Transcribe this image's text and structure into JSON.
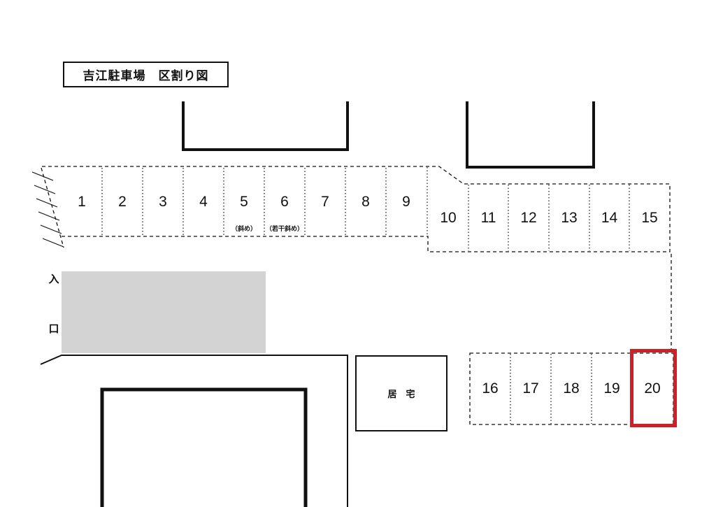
{
  "page": {
    "title": "吉江駐車場　区割り図"
  },
  "entrance": {
    "chars": [
      "入",
      "口"
    ]
  },
  "residence": {
    "label": "居　宅"
  },
  "spaces": {
    "row1": [
      {
        "number": "1"
      },
      {
        "number": "2"
      },
      {
        "number": "3"
      },
      {
        "number": "4"
      },
      {
        "number": "5",
        "note": "（斜め）"
      },
      {
        "number": "6",
        "note": "（若干斜め）"
      },
      {
        "number": "7"
      },
      {
        "number": "8"
      },
      {
        "number": "9"
      }
    ],
    "row2": [
      {
        "number": "10"
      },
      {
        "number": "11"
      },
      {
        "number": "12"
      },
      {
        "number": "13"
      },
      {
        "number": "14"
      },
      {
        "number": "15"
      }
    ],
    "row3": [
      {
        "number": "16"
      },
      {
        "number": "17"
      },
      {
        "number": "18"
      },
      {
        "number": "19"
      },
      {
        "number": "20",
        "highlighted": true
      }
    ]
  },
  "highlighted_space": "20",
  "colors": {
    "highlight": "#cc2128",
    "area_fill": "#d3d3d3",
    "line": "#111111"
  }
}
